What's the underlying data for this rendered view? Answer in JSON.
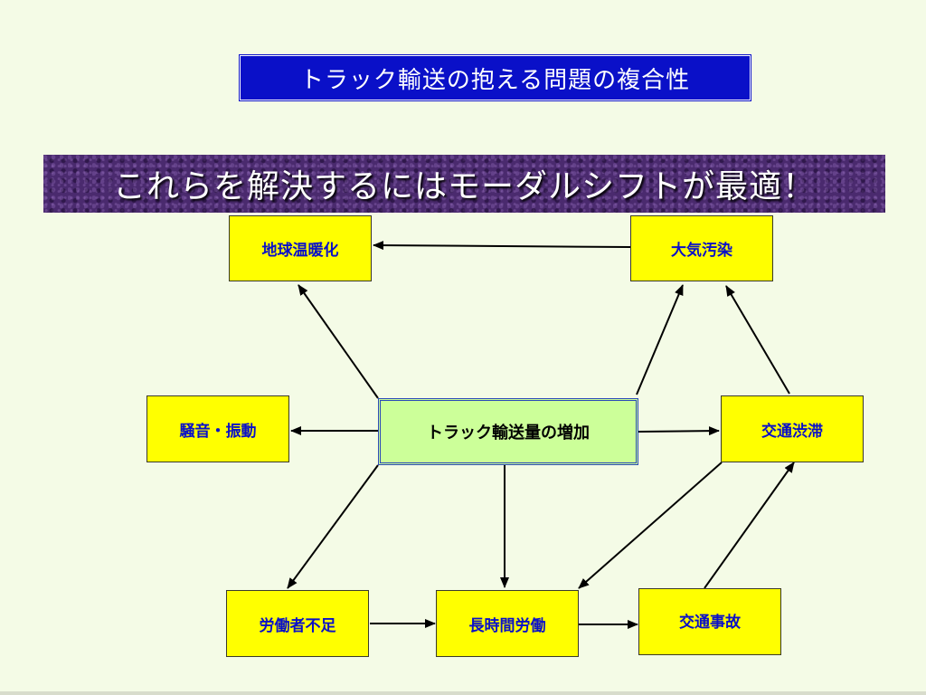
{
  "title": "トラック輸送の抱える問題の複合性",
  "banner": "これらを解決するにはモーダルシフトが最適！",
  "nodes": {
    "global_warming": "地球温暖化",
    "air_pollution": "大気汚染",
    "noise_vibration": "騒音・振動",
    "truck_increase": "トラック輸送量の増加",
    "traffic_jam": "交通渋滞",
    "labor_shortage": "労働者不足",
    "long_hours": "長時間労働",
    "traffic_accident": "交通事故"
  },
  "colors": {
    "background": "#f4fbe6",
    "title_box": "#0a10c8",
    "banner": "#4a2a6e",
    "node_fill": "#ffff00",
    "center_fill": "#ccff99",
    "node_text": "#0a10c8"
  }
}
